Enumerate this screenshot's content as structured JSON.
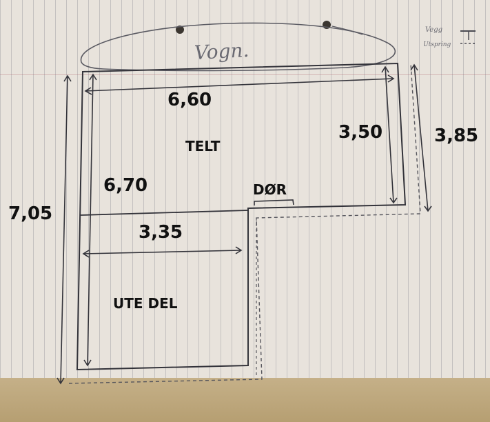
{
  "sketch": {
    "title_handwritten": "Vogn.",
    "legend": {
      "line1": "Vegg",
      "line2": "Utspring"
    }
  },
  "dimensions": {
    "tent_width": "6,60",
    "tent_height_left": "6,70",
    "tent_depth_right": "3,50",
    "outer_depth_right": "3,85",
    "total_height": "7,05",
    "outdoor_width": "3,35"
  },
  "areas": {
    "tent": "TELT",
    "door": "DØR",
    "outdoor": "UTE DEL"
  },
  "colors": {
    "paper": "#e8e3dc",
    "ink": "#3a3a40",
    "text": "#111111"
  }
}
